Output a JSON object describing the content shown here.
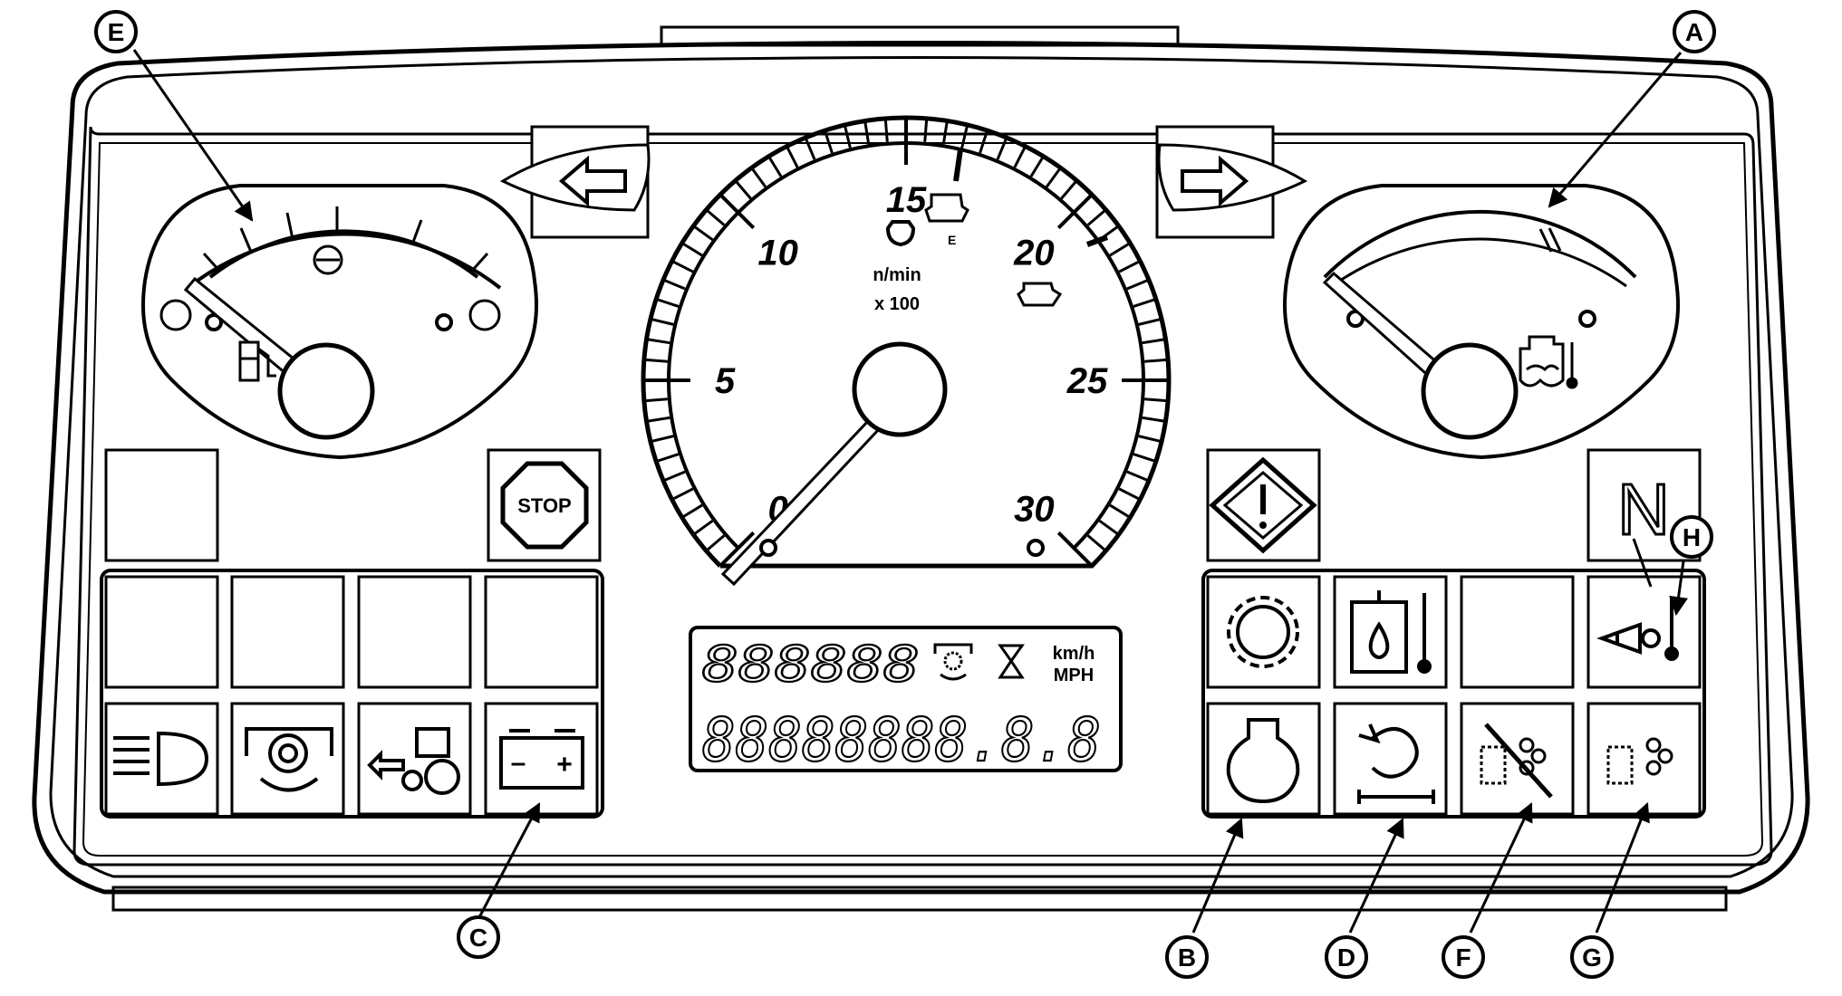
{
  "callouts": {
    "a": "A",
    "b": "B",
    "c": "C",
    "d": "D",
    "e": "E",
    "f": "F",
    "g": "G",
    "h": "H"
  },
  "tachometer": {
    "scale": [
      "0",
      "5",
      "10",
      "15",
      "20",
      "25",
      "30"
    ],
    "unit_line1": "n/min",
    "unit_line2": "x 100",
    "e_marker": "E"
  },
  "display": {
    "top_digits": "888888",
    "bottom_digits": "88888888.8.8",
    "unit_kmh": "km/h",
    "unit_mph": "MPH"
  },
  "indicators": {
    "stop_label": "STOP",
    "neutral_label": "N",
    "battery_minus": "–",
    "battery_plus": "+"
  },
  "icons": {
    "fuel_gauge": "fuel-pump-icon",
    "temp_gauge": "coolant-temperature-icon",
    "left_turn": "left-arrow-icon",
    "right_turn": "right-arrow-icon",
    "stop": "stop-sign-icon",
    "warning": "warning-diamond-icon",
    "neutral": "neutral-icon",
    "headlight": "headlight-icon",
    "pto": "pto-icon",
    "trailer": "trailer-brake-icon",
    "battery": "battery-icon",
    "gear": "gear-icon",
    "hydraulic": "hydraulic-oil-temp-icon",
    "air_filter": "air-filter-temp-icon",
    "oil_pressure": "oil-pressure-icon",
    "service": "service-icon",
    "regen_inhibit": "regen-inhibit-icon",
    "regen": "regen-icon"
  },
  "colors": {
    "line": "#000000",
    "background": "#ffffff"
  }
}
